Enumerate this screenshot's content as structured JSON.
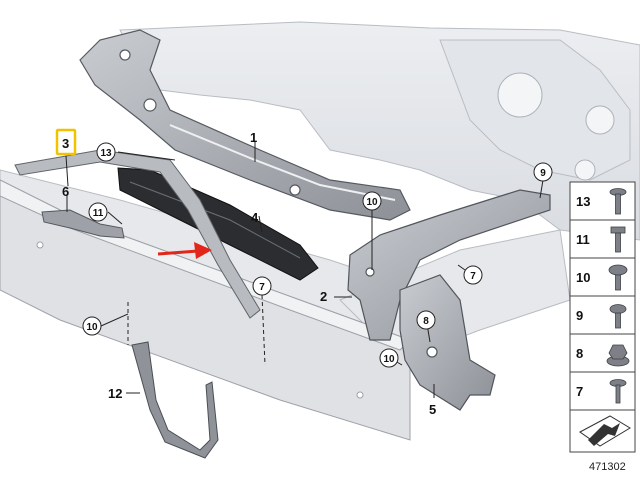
{
  "callouts_plain": [
    {
      "id": "1",
      "label": "1"
    },
    {
      "id": "2",
      "label": "2"
    },
    {
      "id": "3",
      "label": "3"
    },
    {
      "id": "4",
      "label": "4"
    },
    {
      "id": "5",
      "label": "5"
    },
    {
      "id": "6",
      "label": "6"
    },
    {
      "id": "12",
      "label": "12"
    }
  ],
  "callouts_circled": [
    {
      "label": "13"
    },
    {
      "label": "11"
    },
    {
      "label": "10"
    },
    {
      "label": "10"
    },
    {
      "label": "10"
    },
    {
      "label": "7"
    },
    {
      "label": "7"
    },
    {
      "label": "8"
    },
    {
      "label": "9"
    }
  ],
  "highlight": {
    "label": "3",
    "color": "#f2c200"
  },
  "arrow": {
    "color": "#e3261a"
  },
  "legend": [
    {
      "label": "13"
    },
    {
      "label": "11"
    },
    {
      "label": "10"
    },
    {
      "label": "9"
    },
    {
      "label": "8"
    },
    {
      "label": "7"
    }
  ],
  "diagram_id": "471302"
}
